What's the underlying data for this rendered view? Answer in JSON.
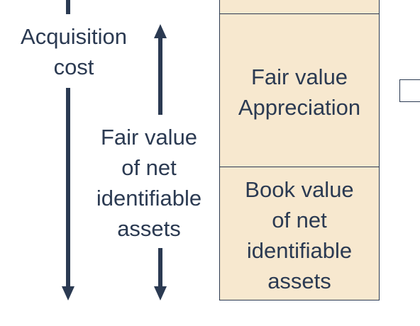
{
  "acquisition_cost": {
    "line1": "Acquisition",
    "line2": "cost"
  },
  "fair_value_net_assets": {
    "line1": "Fair value",
    "line2": "of net",
    "line3": "identifiable",
    "line4": "assets"
  },
  "boxes": {
    "appreciation": {
      "line1": "Fair value",
      "line2": "Appreciation"
    },
    "book_value": {
      "line1": "Book value",
      "line2": "of net",
      "line3": "identifiable",
      "line4": "assets"
    }
  },
  "colors": {
    "ink": "#2b3a52",
    "box_fill": "#f7e8cf"
  }
}
